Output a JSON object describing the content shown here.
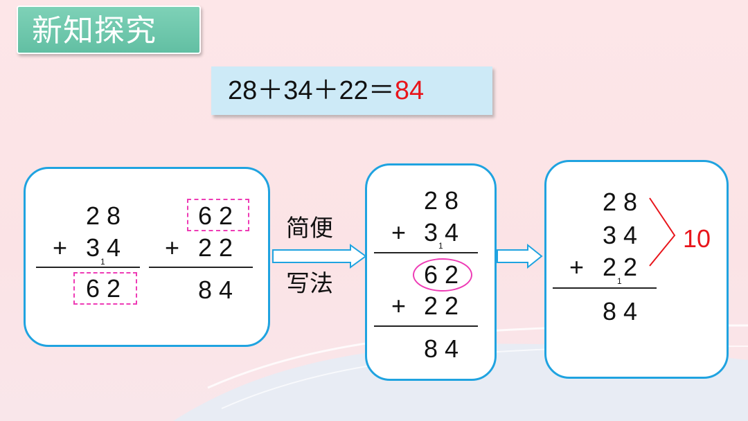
{
  "section_title": "新知探究",
  "equation": {
    "expression": "28＋34＋22＝",
    "answer": "84"
  },
  "panel_left": {
    "calc1": {
      "row1": "2 8",
      "op": "+",
      "row2": "3 4",
      "carry": "1",
      "result": "6 2"
    },
    "calc2": {
      "row1": "6 2",
      "op": "+",
      "row2": "2 2",
      "result": "8 4"
    }
  },
  "method_label": {
    "line1": "简便",
    "line2": "写法"
  },
  "panel_middle": {
    "row1": "2 8",
    "op1": "+",
    "row2": "3 4",
    "carry": "1",
    "partial": "6 2",
    "op2": "+",
    "row3": "2 2",
    "result": "8 4"
  },
  "panel_right": {
    "row1": "2 8",
    "row2": "3 4",
    "op": "+",
    "row3": "2 2",
    "carry": "1",
    "result": "8 4",
    "ones_sum": "10"
  },
  "colors": {
    "panel_border": "#1fa3e0",
    "highlight": "#ee3bb5",
    "answer_red": "#e8151b",
    "title_green": "#6cc7ab",
    "equation_bg": "#cdeaf7"
  }
}
